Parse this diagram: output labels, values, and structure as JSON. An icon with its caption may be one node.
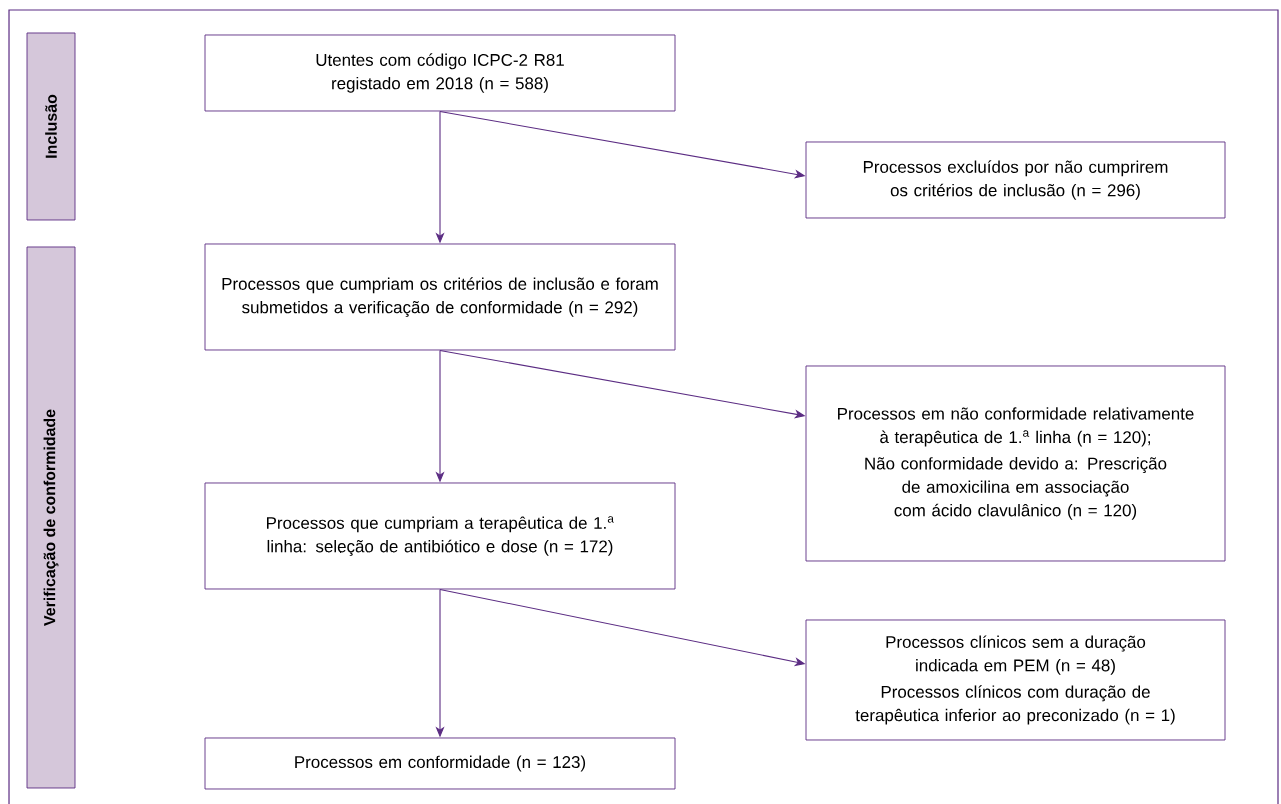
{
  "diagram": {
    "nodes": [
      {
        "text": [
          "Inclusão"
        ]
      },
      {
        "text": [
          "Verificação de conformidade"
        ]
      },
      {
        "text": [
          "Utentes com código ICPC-2 R81 registado em 2018 (n = 588)"
        ]
      },
      {
        "text": [
          "Processos excluídos por não cumprirem os critérios de inclusão (n = 296)"
        ]
      },
      {
        "text": [
          "Processos que cumpriam os critérios de inclusão e foram submetidos a verificação de conformidade (n = 292)"
        ]
      },
      {
        "text": [
          "Processos em não conformidade relativamente à terapêutica de 1.$^{a}$ linha (n = 120);",
          "Não conformidade devido a: Prescrição de amoxicilina em associação com ácido clavulânico (n = 120)"
        ]
      },
      {
        "text": [
          "Processos que cumpriam a terapêutica de 1.$^{a}$ linha: seleção de antibiótico e dose (n = 172)"
        ]
      },
      {
        "text": [
          "Processos clínicos sem a duração indicada em PEM (n = 48)",
          "Processos clínicos com duração de terapêutica inferior ao preconizado (n = 1)"
        ]
      },
      {
        "text": [
          "Processos em conformidade (n = 123)"
        ]
      }
    ],
    "edges": [
      {
        "from": 2,
        "to": 4,
        "arrow": "to"
      },
      {
        "from": 2,
        "to": 3,
        "arrow": "to"
      },
      {
        "from": 4,
        "to": 6,
        "arrow": "to"
      },
      {
        "from": 4,
        "to": 5,
        "arrow": "to"
      },
      {
        "from": 6,
        "to": 8,
        "arrow": "to"
      },
      {
        "from": 6,
        "to": 7,
        "arrow": "to"
      }
    ]
  }
}
